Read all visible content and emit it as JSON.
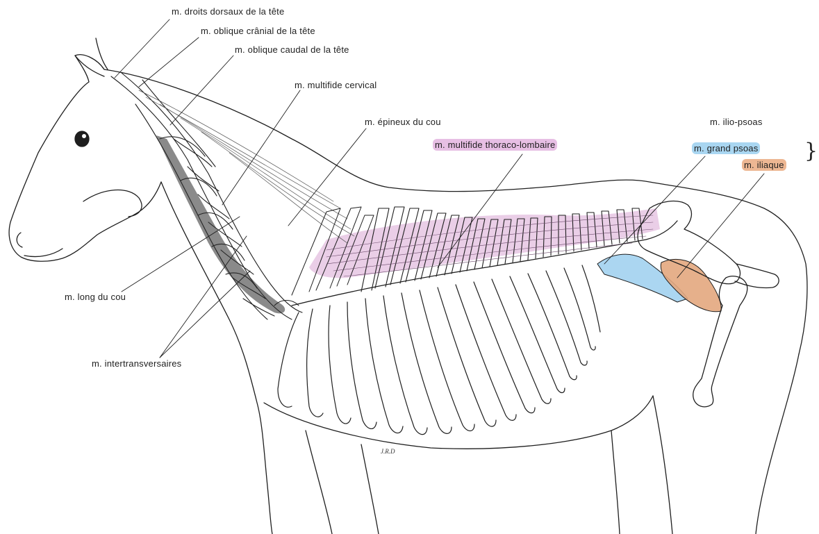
{
  "labels": {
    "droits_dorsaux": "m. droits dorsaux de la tête",
    "oblique_cranial": "m. oblique crânial de la tête",
    "oblique_caudal": "m. oblique caudal de la tête",
    "multifide_cervical": "m. multifide cervical",
    "epineux_cou": "m. épineux du cou",
    "multifide_thoraco": "m. multifide thoraco-lombaire",
    "ilio_psoas": "m. ilio-psoas",
    "grand_psoas": "m. grand psoas",
    "iliaque": "m. iliaque",
    "long_cou": "m. long du cou",
    "intertransversaires": "m. intertransversaires"
  },
  "signature": "J.R.D",
  "colors": {
    "multifide_thoraco": "#d9a6d4",
    "grand_psoas": "#8fc8ec",
    "iliaque": "#e3a77e",
    "line": "#1e1e1e"
  }
}
